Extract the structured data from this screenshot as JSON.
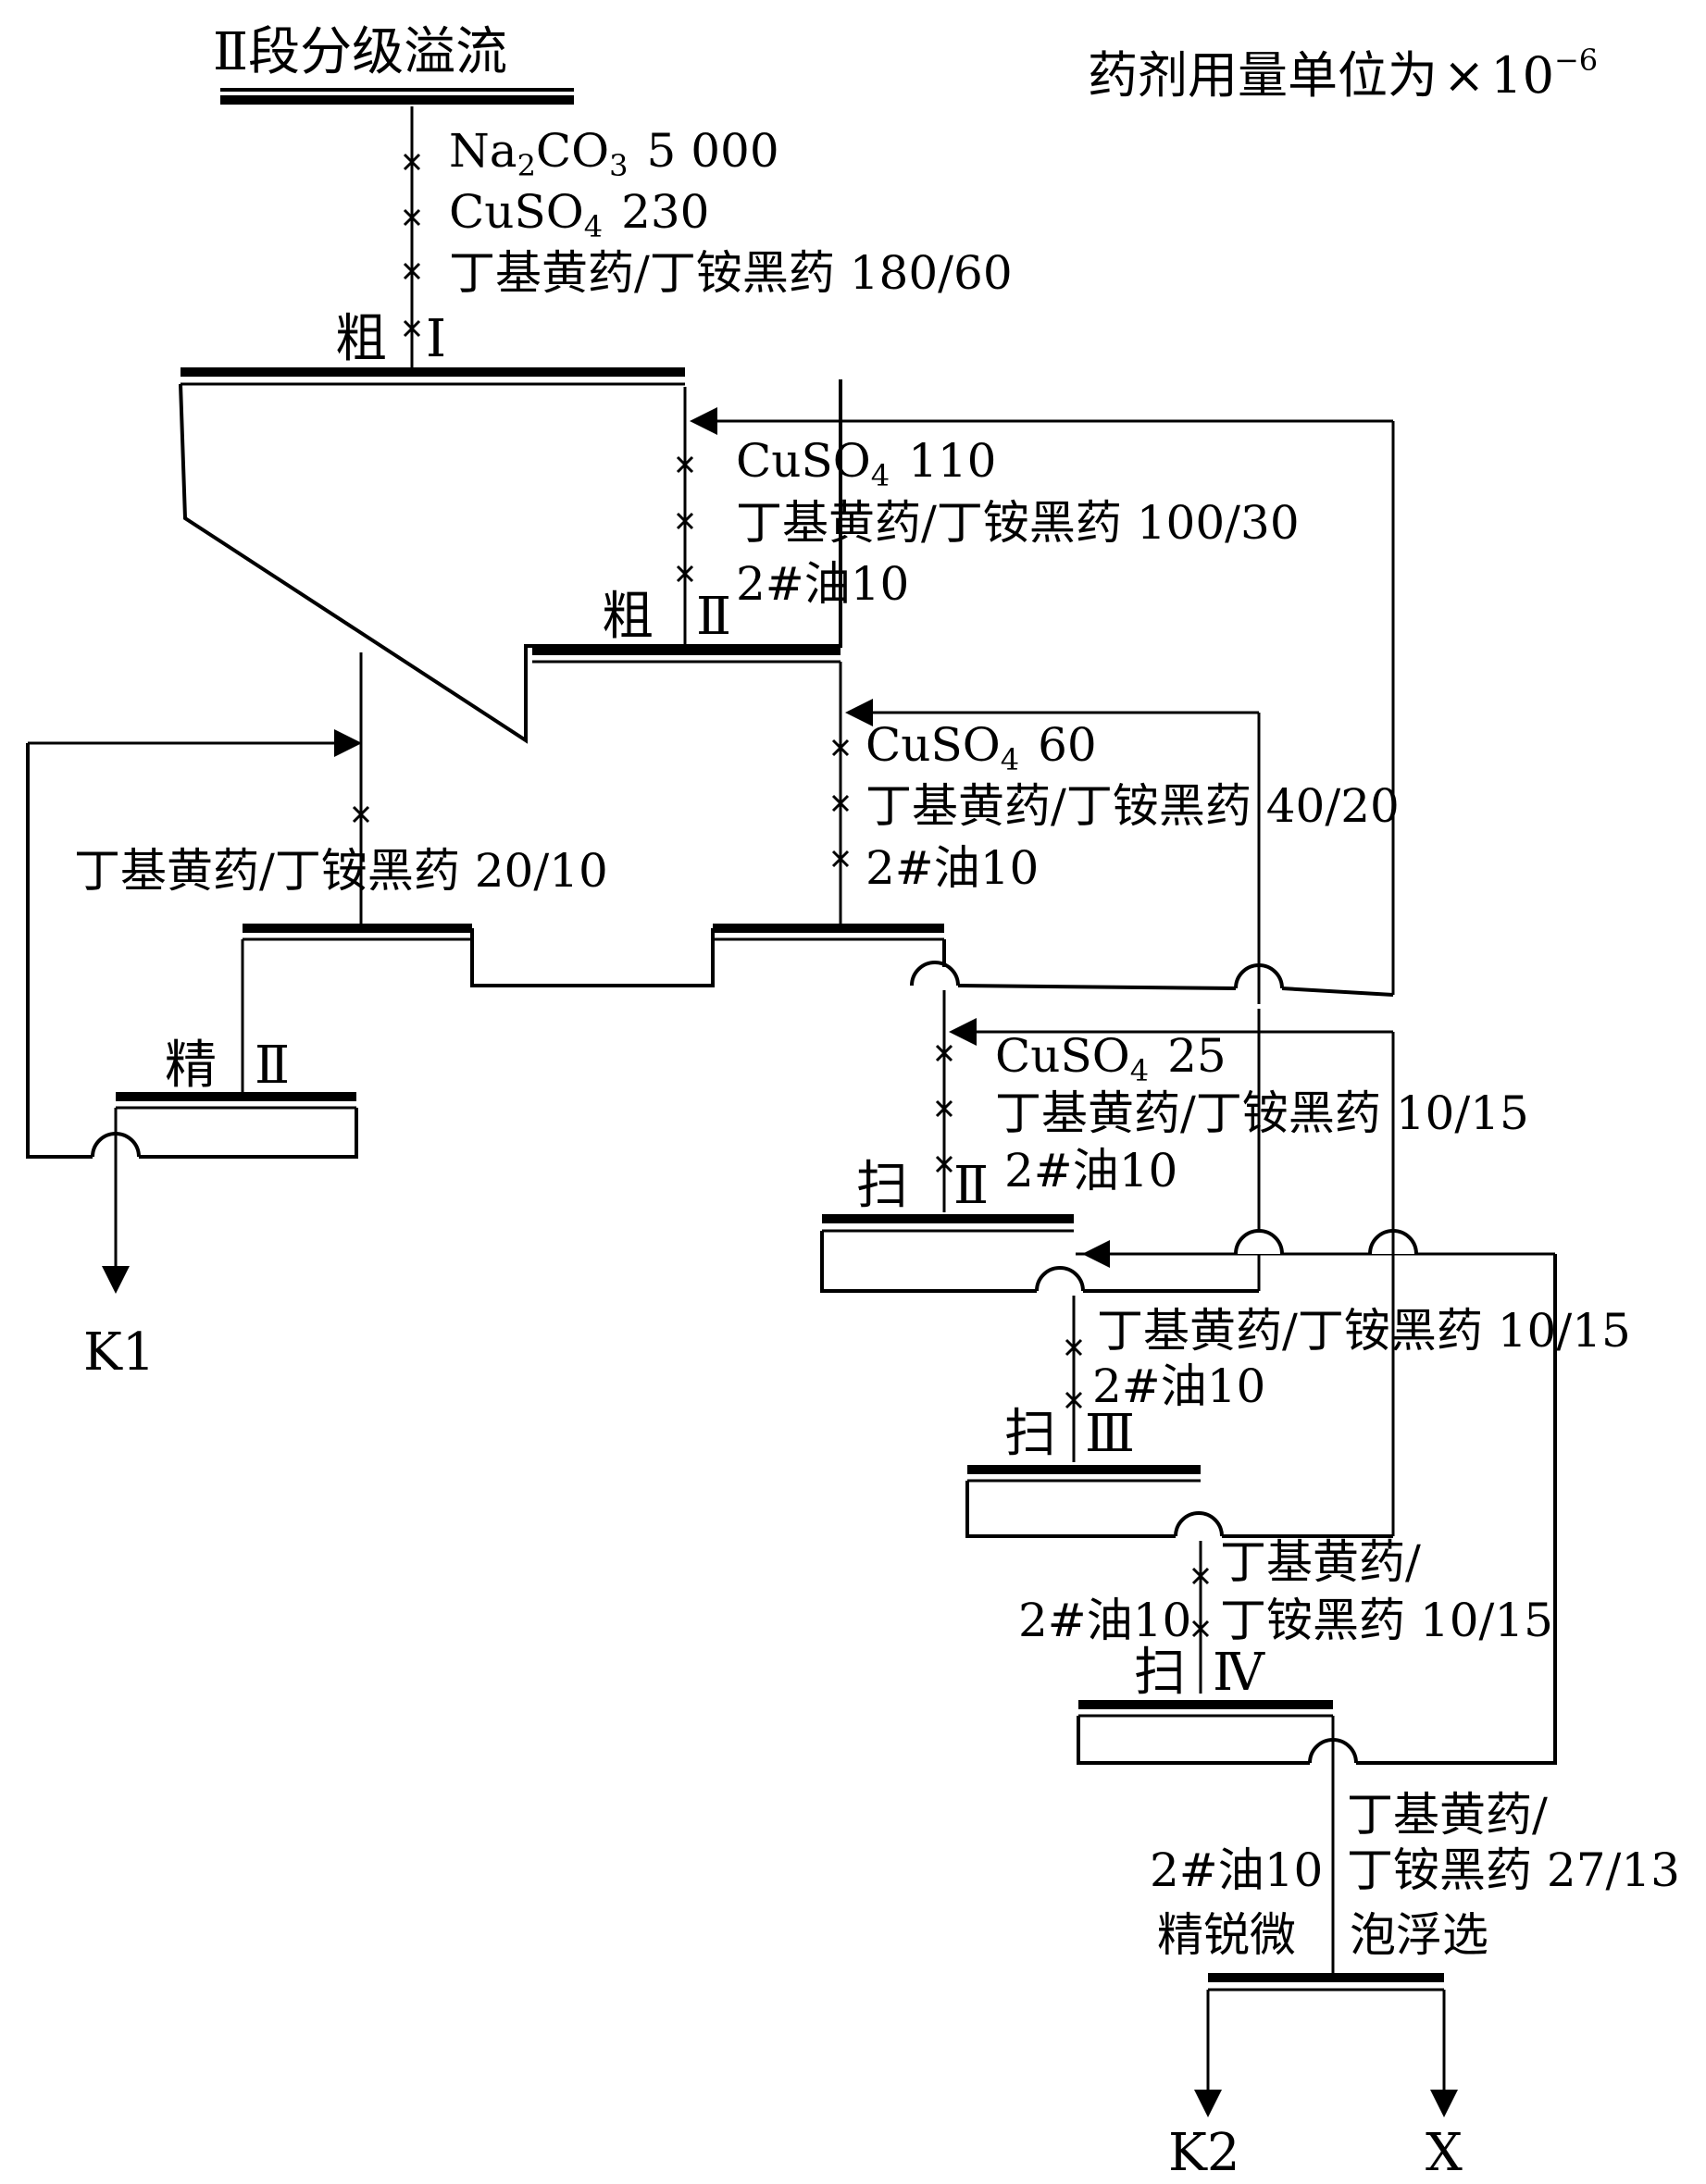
{
  "feed": "Ⅱ段分级溢流",
  "unit_note": {
    "text": "药剂用量单位为",
    "times": "×",
    "ten": "10",
    "exp": "−6"
  },
  "reagents": {
    "r1": {
      "na2co3_a": "Na",
      "na2co3_s1": "2",
      "na2co3_b": "CO",
      "na2co3_s2": "3",
      "na2co3_v": "5 000",
      "cuso4_a": "CuSO",
      "cuso4_s": "4",
      "cuso4_v": "230",
      "xanth": "丁基黄药/丁铵黑药 180/60"
    },
    "r2": {
      "cuso4_a": "CuSO",
      "cuso4_s": "4",
      "cuso4_v": "110",
      "xanth": "丁基黄药/丁铵黑药 100/30",
      "oil": "2#油10"
    },
    "r3": {
      "xanth": "丁基黄药/丁铵黑药 20/10"
    },
    "r4": {
      "cuso4_a": "CuSO",
      "cuso4_s": "4",
      "cuso4_v": "60",
      "xanth": "丁基黄药/丁铵黑药 40/20",
      "oil": "2#油10"
    },
    "r5": {
      "cuso4_a": "CuSO",
      "cuso4_s": "4",
      "cuso4_v": "25",
      "xanth": "丁基黄药/丁铵黑药 10/15",
      "oil": "2#油10"
    },
    "r6": {
      "xanth": "丁基黄药/丁铵黑药 10/15",
      "oil": "2#油10"
    },
    "r7": {
      "xanth1": "丁基黄药/",
      "xanth2": "丁铵黑药 10/15",
      "oil": "2#油10"
    },
    "r8": {
      "xanth1": "丁基黄药/",
      "xanth2": "丁铵黑药 27/13",
      "oil": "2#油10"
    }
  },
  "stages": {
    "rough1": {
      "prefix": "粗",
      "num": "Ⅰ"
    },
    "rough2": {
      "prefix": "粗",
      "num": "Ⅱ"
    },
    "clean2": {
      "prefix": "精",
      "num": "Ⅱ"
    },
    "scav2": {
      "prefix": "扫",
      "num": "Ⅱ"
    },
    "scav3": {
      "prefix": "扫",
      "num": "Ⅲ"
    },
    "scav4": {
      "prefix": "扫",
      "num": "Ⅳ"
    },
    "micro": {
      "left": "精锐微",
      "right": "泡浮选"
    }
  },
  "products": {
    "k1": "K1",
    "k2": "K2",
    "x": "X"
  }
}
